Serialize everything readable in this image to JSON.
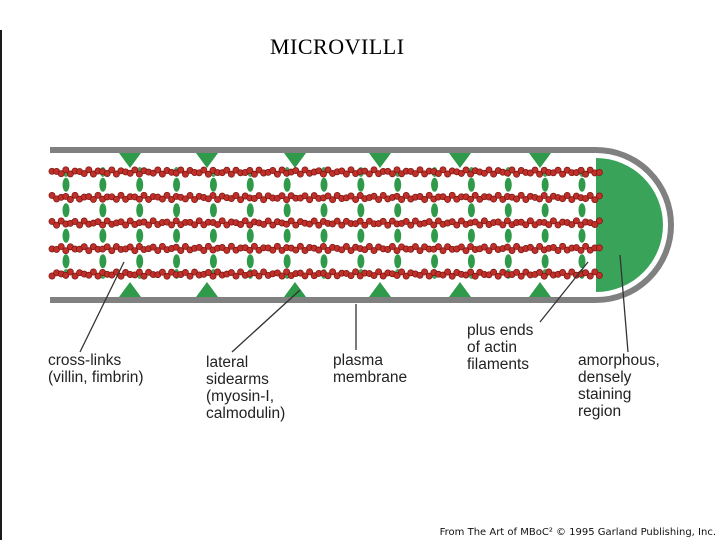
{
  "title": "MICROVILLI",
  "labels": {
    "cross_links": "cross-links\n(villin, fimbrin)",
    "lateral_sidearms": "lateral\nsidearms\n(myosin-I,\ncalmodulin)",
    "plasma_membrane": "plasma\nmembrane",
    "plus_ends": "plus ends\nof actin\nfilaments",
    "amorphous_region": "amorphous,\ndensely\nstaining\nregion"
  },
  "credit": "From The Art of MBoC² © 1995 Garland Publishing, Inc.",
  "colors": {
    "membrane": "#808080",
    "actin": "#c0302a",
    "actin_dark": "#7a1410",
    "crosslink": "#2e9a4a",
    "sidearm": "#2e9a4a",
    "tip_region": "#3aa35a",
    "leader": "#333333"
  },
  "diagram": {
    "filament_count": 5,
    "crosslinks_per_filament_gap": 15,
    "sidearms_per_side": 6
  }
}
